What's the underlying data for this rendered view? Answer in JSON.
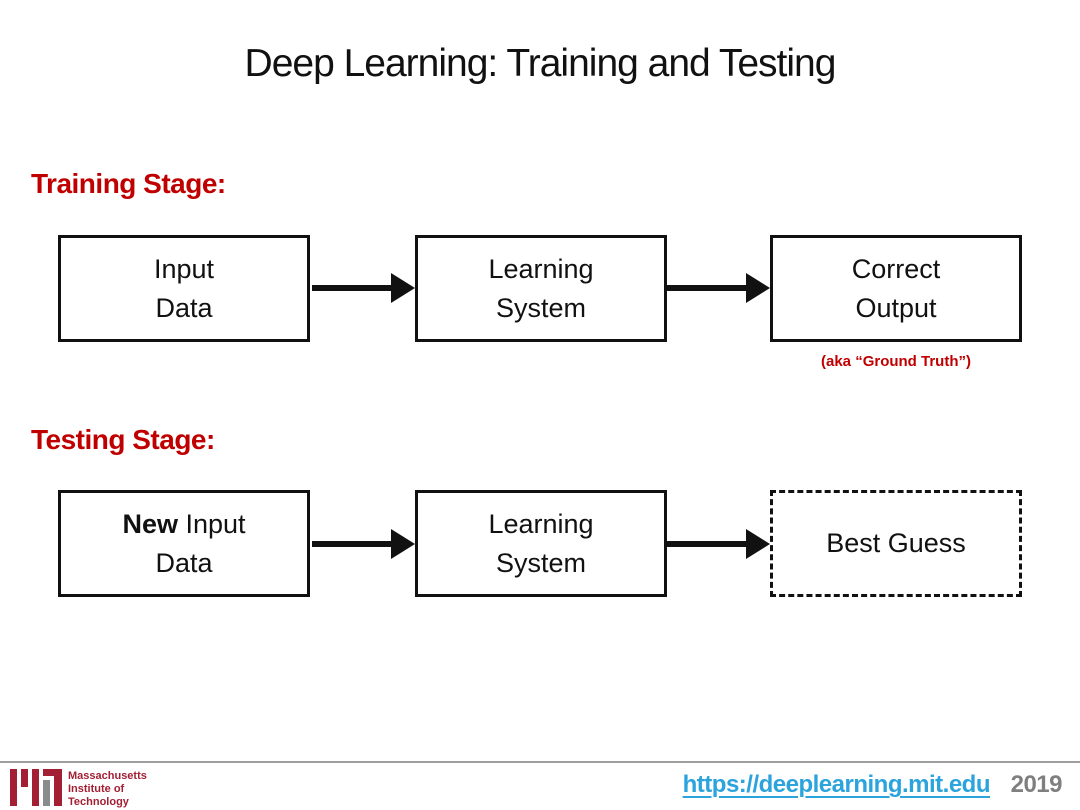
{
  "slide": {
    "title": "Deep Learning: Training and Testing",
    "training": {
      "label": "Training Stage:",
      "boxes": [
        {
          "line1": "Input",
          "line2": "Data"
        },
        {
          "line1": "Learning",
          "line2": "System"
        },
        {
          "line1": "Correct",
          "line2": "Output"
        }
      ],
      "annotation": "(aka “Ground Truth”)"
    },
    "testing": {
      "label": "Testing Stage:",
      "boxes": [
        {
          "line1_bold": "New",
          "line1_rest": " Input",
          "line2": "Data"
        },
        {
          "line1": "Learning",
          "line2": "System"
        },
        {
          "line1": "Best Guess"
        }
      ]
    }
  },
  "footer": {
    "institution": {
      "line1": "Massachusetts",
      "line2": "Institute of",
      "line3": "Technology"
    },
    "link": "https://deeplearning.mit.edu",
    "year": "2019"
  },
  "colors": {
    "accent_red": "#C00000",
    "mit_red": "#A31F34",
    "mit_gray": "#8A8B8C",
    "link_blue": "#2BA3DC",
    "year_gray": "#7F7F7F"
  }
}
